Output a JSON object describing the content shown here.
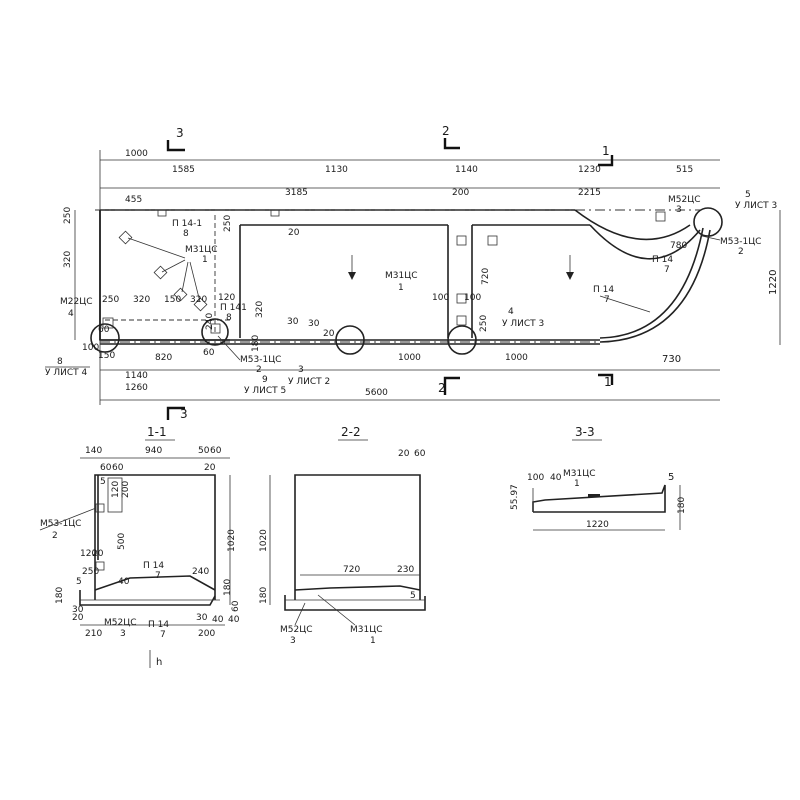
{
  "plan": {
    "top_dims": [
      "1000",
      "1585",
      "1130",
      "1140",
      "1230",
      "515",
      "3185",
      "455",
      "200",
      "2215"
    ],
    "bottom_dims": [
      "820",
      "1140",
      "1260",
      "5600",
      "1000",
      "1000",
      "730"
    ],
    "side_dims": [
      "250",
      "320",
      "250",
      "320",
      "150",
      "320",
      "120",
      "240",
      "320",
      "250",
      "180",
      "720",
      "100",
      "100",
      "250",
      "1220",
      "780",
      "60",
      "60",
      "150",
      "100",
      "20",
      "30",
      "20",
      "30"
    ],
    "section_marks": [
      "3",
      "3",
      "2",
      "2",
      "1",
      "1"
    ],
    "labels": {
      "p14_1": "П 14-1",
      "p14_1_n": "8",
      "m31_a": "М31ЦС",
      "m31_a_n": "1",
      "m31_b": "М31ЦС",
      "m31_b_n": "1",
      "m22": "М22ЦС",
      "m22_n": "4",
      "m53_a": "М53-1ЦС",
      "m53_a_n": "2",
      "m53_b": "М53-1ЦС",
      "m53_b_n": "2",
      "m52": "М52ЦС",
      "m52_n": "3",
      "p14_a": "П 14",
      "p14_a_n": "7",
      "p14_b": "П 14",
      "p14_b_n": "7",
      "p141_small": "П 141",
      "p141_small_n": "8",
      "note_8": "8",
      "note_8_sheet": "У ЛИСТ 4",
      "note_9": "9",
      "note_9_sheet": "У ЛИСТ 5",
      "note_3": "3",
      "note_3_sheet": "У ЛИСТ 2",
      "note_4": "4",
      "note_4_sheet": "У ЛИСТ 3",
      "note_5": "5",
      "note_5_sheet": "У ЛИСТ 3"
    }
  },
  "section_1": {
    "title": "1-1",
    "dims": [
      "140",
      "60",
      "940",
      "50",
      "60",
      "20",
      "60",
      "5",
      "120",
      "200",
      "500",
      "1020",
      "120",
      "20",
      "250",
      "40",
      "240",
      "5",
      "180",
      "180",
      "30",
      "20",
      "30",
      "210",
      "200",
      "40",
      "60",
      "40"
    ],
    "labels": {
      "m53": "М53-1ЦС",
      "m53_n": "2",
      "m52": "М52ЦС",
      "m52_n": "3",
      "p14_a": "П 14",
      "p14_a_n": "7",
      "p14_b": "П 14",
      "p14_b_n": "7",
      "h": "h"
    }
  },
  "section_2": {
    "title": "2-2",
    "dims": [
      "20",
      "60",
      "1020",
      "720",
      "230",
      "180",
      "5"
    ],
    "labels": {
      "m52": "М52ЦС",
      "m52_n": "3",
      "m31": "М31ЦС",
      "m31_n": "1"
    }
  },
  "section_3": {
    "title": "3-3",
    "dims": [
      "100",
      "40",
      "55.97",
      "1220",
      "180"
    ],
    "labels": {
      "m31": "М31ЦС",
      "m31_n": "1",
      "mark": "5"
    }
  }
}
